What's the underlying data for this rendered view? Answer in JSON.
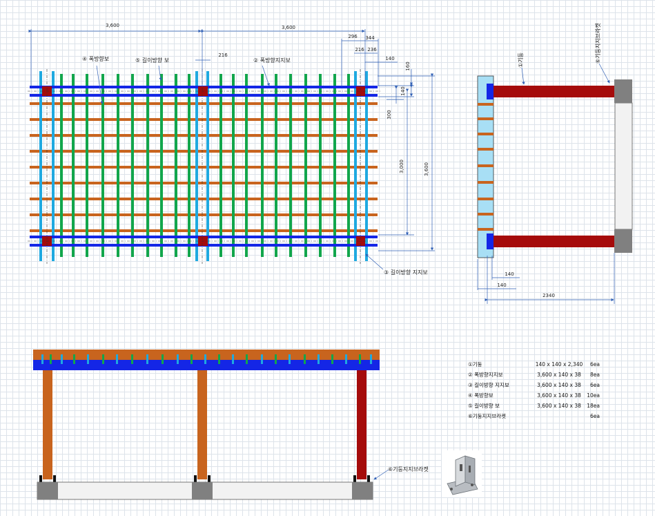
{
  "plan": {
    "dims": {
      "span_left": "3,600",
      "span_right": "3,600",
      "d296": "296",
      "d344": "344",
      "d216_top": "216",
      "d236": "236",
      "d140_top": "140",
      "d216_mid": "216",
      "d160": "160",
      "d140_side": "140",
      "d300": "300",
      "d3000": "3,000",
      "d3600_side": "3,600"
    },
    "labels": {
      "width_beam": "④ 폭방향보",
      "length_beam": "⑤ 길이방향 보",
      "width_support": "② 폭방향지지보",
      "length_support": "③ 길이방향 지지보"
    }
  },
  "side_view": {
    "labels": {
      "post": "①기둥",
      "bracket": "⑥기둥지지브라켓"
    },
    "dims": {
      "d140_a": "140",
      "d140_b": "140",
      "d2340": "2340"
    }
  },
  "elevation": {
    "bracket_label": "⑥기둥지지브라켓"
  },
  "bom": [
    {
      "name": "①기둥",
      "spec": "140 x 140 x 2,340",
      "qty": "6ea"
    },
    {
      "name": "② 폭방향지지보",
      "spec": "3,600 x 140 x 38",
      "qty": "8ea"
    },
    {
      "name": "③ 길이방향 지지보",
      "spec": "3,600  x 140 x 38",
      "qty": "6ea"
    },
    {
      "name": "④ 폭방향보",
      "spec": "3,600  x 140 x 38",
      "qty": "10ea"
    },
    {
      "name": "⑤ 길이방향 보",
      "spec": "3,600 x 140 x 38",
      "qty": "18ea"
    },
    {
      "name": "⑥기둥지지브라켓",
      "spec": "",
      "qty": "6ea"
    }
  ],
  "colors": {
    "orange": "#c8641e",
    "green": "#12a64c",
    "cyan": "#1fa9e0",
    "blue": "#1426e6",
    "red": "#a50b0b",
    "gray": "#7f7f7f",
    "dimline": "#2f5fb5"
  }
}
